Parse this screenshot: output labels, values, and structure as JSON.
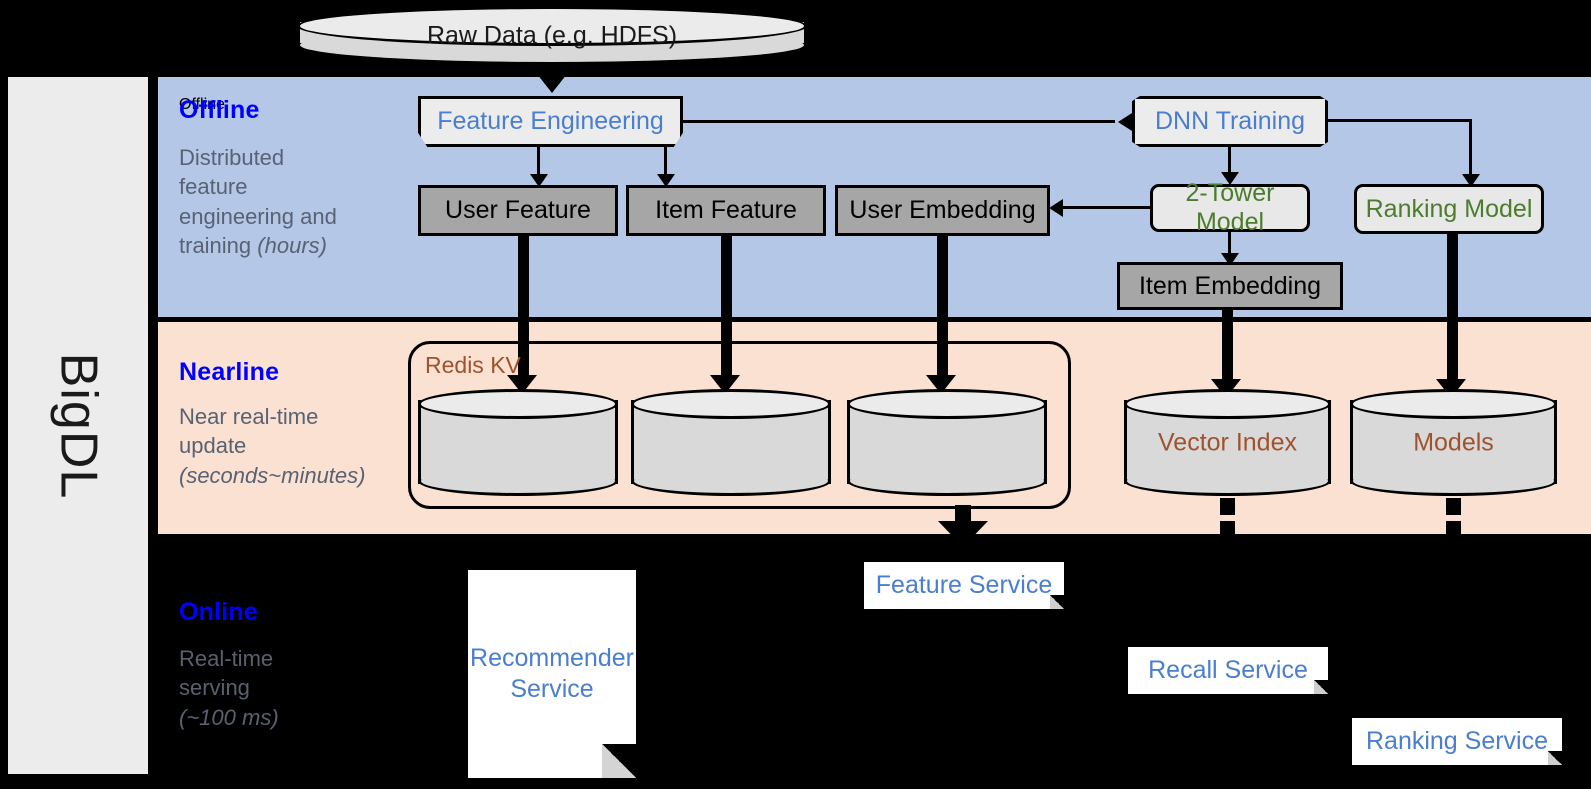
{
  "platform": {
    "name": "BigDL"
  },
  "source": {
    "label": "Raw Data (e.g. HDFS)"
  },
  "bands": [
    {
      "id": "offline",
      "title": "Offline",
      "description_line1": "Distributed",
      "description_line2": "feature",
      "description_line3": "engineering and",
      "description_line4": "training ",
      "description_em": "(hours)"
    },
    {
      "id": "nearline",
      "title": "Nearline",
      "description_line1": "Near real-time",
      "description_line2": "update",
      "description_em": "(seconds~minutes)"
    },
    {
      "id": "online",
      "title": "Online",
      "description_line1": "Real-time",
      "description_line2": "serving",
      "description_em": "(~100 ms)"
    }
  ],
  "offline": {
    "feature_engineering": "Feature Engineering",
    "dnn_training": "DNN Training",
    "user_feature": "User Feature",
    "item_feature": "Item Feature",
    "user_embedding": "User Embedding",
    "two_tower_model": "2-Tower Model",
    "ranking_model": "Ranking Model",
    "item_embedding": "Item Embedding"
  },
  "nearline": {
    "redis_kv": "Redis KV",
    "store_1": "",
    "store_2": "",
    "store_3": "",
    "vector_index": "Vector Index",
    "models": "Models"
  },
  "online": {
    "recommender_service": "Recommender Service",
    "feature_service": "Feature Service",
    "recall_service": "Recall Service",
    "ranking_service": "Ranking Service"
  },
  "colors": {
    "offline_band": "#b4c7e7",
    "nearline_band": "#fae1d2",
    "online_band": "#000000",
    "heading_blue": "#0000ff",
    "node_blue": "#4a7ed0",
    "node_green": "#4b7d2c",
    "store_brown": "#a0522d",
    "gray_box": "#a6a6a6",
    "panel_gray": "#ececec"
  }
}
